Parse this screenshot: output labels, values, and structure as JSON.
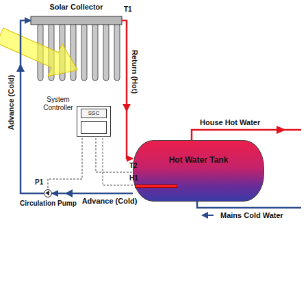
{
  "diagram": {
    "nodes": [
      {
        "text": [
          "Solar Collector"
        ]
      },
      {
        "text": [
          "System Controller",
          "SSC"
        ]
      },
      {
        "text": [
          "Hot Water Tank"
        ]
      },
      {
        "text": [
          "P1",
          "Circulation Pump"
        ]
      }
    ],
    "edges": [
      {
        "from": 0,
        "to": 2,
        "arrow": "to",
        "label": "Return (Hot)"
      },
      {
        "from": 2,
        "to": 3,
        "arrow": "to",
        "label": "Advance (Cold)"
      },
      {
        "from": 3,
        "to": 0,
        "arrow": "to",
        "label": "Advance (Cold)"
      },
      {
        "from": 1,
        "to": 3,
        "arrow": "none"
      },
      {
        "from": 1,
        "to": 2,
        "arrow": "none"
      }
    ],
    "labels": [
      "T1",
      "T2",
      "H1",
      "House Hot Water",
      "Mains Cold Water"
    ]
  }
}
